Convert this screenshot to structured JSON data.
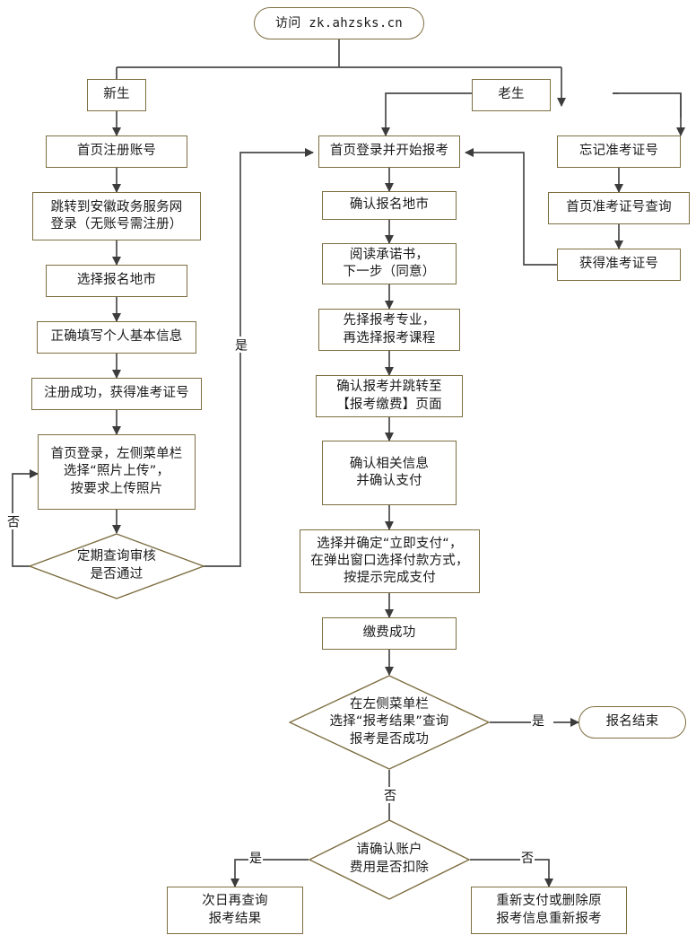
{
  "meta": {
    "title": "安徽自考报名流程图",
    "colors": {
      "node_border": "#7d6e41",
      "edge_line": "#4a4a4a",
      "node_fill": "#ffffff",
      "text": "#1a1a1a"
    }
  },
  "chart_data": {
    "type": "diagram",
    "diagram_type": "flowchart",
    "title": "访问 zk.ahzsks.cn 报名流程",
    "orientation": "top-down",
    "nodes": [
      {
        "id": "start",
        "shape": "terminator",
        "label": "访问 zk.ahzsks.cn"
      },
      {
        "id": "new",
        "shape": "process",
        "label": "新生"
      },
      {
        "id": "old",
        "shape": "process",
        "label": "老生"
      },
      {
        "id": "reg",
        "shape": "process",
        "label": "首页注册账号"
      },
      {
        "id": "jump",
        "shape": "process",
        "label": "跳转到安徽政务服务网\n登录（无账号需注册）"
      },
      {
        "id": "city1",
        "shape": "process",
        "label": "选择报名地市"
      },
      {
        "id": "info",
        "shape": "process",
        "label": "正确填写个人基本信息"
      },
      {
        "id": "regok",
        "shape": "process",
        "label": "注册成功，获得准考证号"
      },
      {
        "id": "photo",
        "shape": "process",
        "label": "首页登录，左侧菜单栏\n选择“照片上传”，\n按要求上传照片"
      },
      {
        "id": "audit",
        "shape": "decision",
        "label": "定期查询审核\n是否通过"
      },
      {
        "id": "login",
        "shape": "process",
        "label": "首页登录并开始报考"
      },
      {
        "id": "city2",
        "shape": "process",
        "label": "确认报名地市"
      },
      {
        "id": "promise",
        "shape": "process",
        "label": "阅读承诺书，\n下一步（同意）"
      },
      {
        "id": "major",
        "shape": "process",
        "label": "先择报考专业，\n再选择报考课程"
      },
      {
        "id": "confirm",
        "shape": "process",
        "label": "确认报考并跳转至\n【报考缴费】页面"
      },
      {
        "id": "paycheck",
        "shape": "process",
        "label": "确认相关信息\n并确认支付"
      },
      {
        "id": "paynow",
        "shape": "process",
        "label": "选择并确定“立即支付“，\n在弹出窗口选择付款方式，\n按提示完成支付"
      },
      {
        "id": "paysuccess",
        "shape": "process",
        "label": "缴费成功"
      },
      {
        "id": "result",
        "shape": "decision",
        "label": "在左侧菜单栏\n选择“报考结果”查询\n报考是否成功"
      },
      {
        "id": "end",
        "shape": "terminator",
        "label": "报名结束"
      },
      {
        "id": "fee",
        "shape": "decision",
        "label": "请确认账户\n费用是否扣除"
      },
      {
        "id": "nextday",
        "shape": "process",
        "label": "次日再查询\n报考结果"
      },
      {
        "id": "repay",
        "shape": "process",
        "label": "重新支付或删除原\n报考信息重新报考"
      },
      {
        "id": "forget",
        "shape": "process",
        "label": "忘记准考证号"
      },
      {
        "id": "lookup",
        "shape": "process",
        "label": "首页准考证号查询"
      },
      {
        "id": "getnum",
        "shape": "process",
        "label": "获得准考证号"
      }
    ],
    "edges": [
      {
        "from": "start",
        "to": "new",
        "label": ""
      },
      {
        "from": "start",
        "to": "old",
        "label": ""
      },
      {
        "from": "new",
        "to": "reg",
        "label": ""
      },
      {
        "from": "reg",
        "to": "jump",
        "label": ""
      },
      {
        "from": "jump",
        "to": "city1",
        "label": ""
      },
      {
        "from": "city1",
        "to": "info",
        "label": ""
      },
      {
        "from": "info",
        "to": "regok",
        "label": ""
      },
      {
        "from": "regok",
        "to": "photo",
        "label": ""
      },
      {
        "from": "photo",
        "to": "audit",
        "label": ""
      },
      {
        "from": "audit",
        "to": "photo",
        "label": "否"
      },
      {
        "from": "audit",
        "to": "login",
        "label": "是"
      },
      {
        "from": "old",
        "to": "login",
        "label": ""
      },
      {
        "from": "old",
        "to": "forget",
        "label": ""
      },
      {
        "from": "forget",
        "to": "lookup",
        "label": ""
      },
      {
        "from": "lookup",
        "to": "getnum",
        "label": ""
      },
      {
        "from": "getnum",
        "to": "login",
        "label": ""
      },
      {
        "from": "login",
        "to": "city2",
        "label": ""
      },
      {
        "from": "city2",
        "to": "promise",
        "label": ""
      },
      {
        "from": "promise",
        "to": "major",
        "label": ""
      },
      {
        "from": "major",
        "to": "confirm",
        "label": ""
      },
      {
        "from": "confirm",
        "to": "paycheck",
        "label": ""
      },
      {
        "from": "paycheck",
        "to": "paynow",
        "label": ""
      },
      {
        "from": "paynow",
        "to": "paysuccess",
        "label": ""
      },
      {
        "from": "paysuccess",
        "to": "result",
        "label": ""
      },
      {
        "from": "result",
        "to": "end",
        "label": "是"
      },
      {
        "from": "result",
        "to": "fee",
        "label": "否"
      },
      {
        "from": "fee",
        "to": "nextday",
        "label": "是"
      },
      {
        "from": "fee",
        "to": "repay",
        "label": "否"
      }
    ],
    "edge_labels": [
      {
        "id": "lbl-audit-no",
        "text": "否",
        "orientation": "vertical"
      },
      {
        "id": "lbl-audit-yes",
        "text": "是",
        "orientation": "vertical"
      },
      {
        "id": "lbl-result-yes",
        "text": "是",
        "orientation": "horizontal"
      },
      {
        "id": "lbl-result-no",
        "text": "否",
        "orientation": "vertical"
      },
      {
        "id": "lbl-fee-yes",
        "text": "是",
        "orientation": "horizontal"
      },
      {
        "id": "lbl-fee-no",
        "text": "否",
        "orientation": "horizontal"
      }
    ]
  }
}
